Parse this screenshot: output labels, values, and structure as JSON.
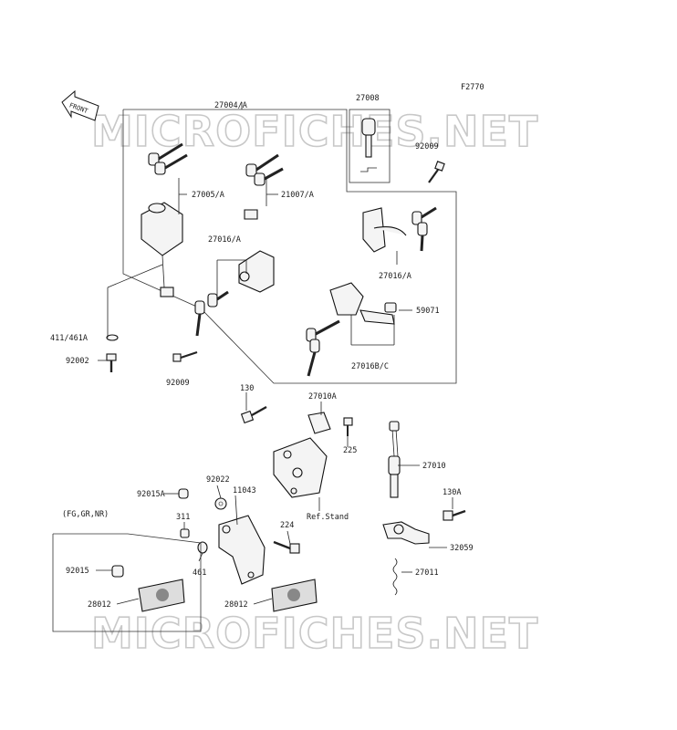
{
  "diagram_code": "F2770",
  "front_arrow_label": "FRONT",
  "watermark": "MICROFICHES.NET",
  "ref_stand_label": "Ref.Stand",
  "region_label": "(FG,GR,NR)",
  "parts": {
    "p27004": "27004/A",
    "p27008": "27008",
    "p92009a": "92009",
    "p27005": "27005/A",
    "p21007": "21007/A",
    "p27016a": "27016/A",
    "p27016b": "27016/A",
    "p411": "411/461A",
    "p59071": "59071",
    "p92002": "92002",
    "p27016bc": "27016B/C",
    "p92009b": "92009",
    "p130": "130",
    "p27010a": "27010A",
    "p225": "225",
    "p27010": "27010",
    "p92015a": "92015A",
    "p92022": "92022",
    "p11043": "11043",
    "p130a": "130A",
    "p311": "311",
    "p224": "224",
    "p32059": "32059",
    "p461": "461",
    "p92015": "92015",
    "p27011": "27011",
    "p28012a": "28012",
    "p28012b": "28012"
  }
}
